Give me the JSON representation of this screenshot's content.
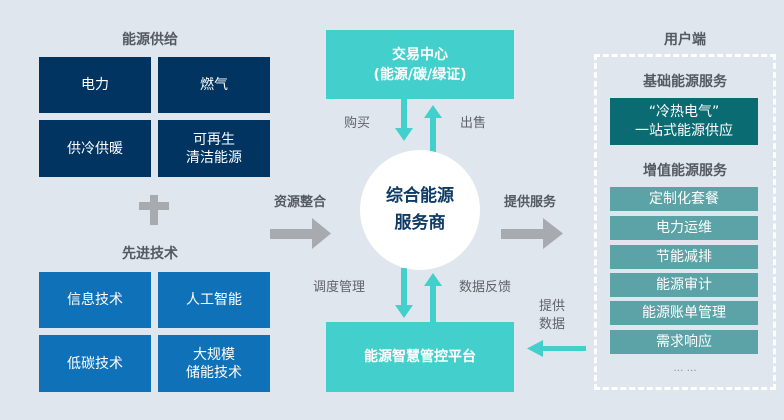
{
  "supply": {
    "title": "能源供给",
    "items": [
      "电力",
      "燃气",
      "供冷供暖",
      "可再生\n清洁能源"
    ]
  },
  "tech": {
    "title": "先进技术",
    "items": [
      "信息技术",
      "人工智能",
      "低碳技术",
      "大规模\n储能技术"
    ]
  },
  "plus_icon": "plus-icon",
  "flow": {
    "integrate_label": "资源整合",
    "provide_label": "提供服务",
    "buy_label": "购买",
    "sell_label": "出售",
    "dispatch_label": "调度管理",
    "feedback_label": "数据反馈",
    "provide_data_label": "提供\n数据"
  },
  "trading_center": {
    "title": "交易中心\n(能源/碳/绿证)"
  },
  "core": {
    "title": "综合能源\n服务商"
  },
  "platform": {
    "title": "能源智慧管控平台"
  },
  "user_side": {
    "title": "用户端",
    "basic": {
      "title": "基础能源服务",
      "item": "“冷热电气”\n一站式能源供应"
    },
    "value_added": {
      "title": "增值能源服务",
      "items": [
        "定制化套餐",
        "电力运维",
        "节能减排",
        "能源审计",
        "能源账单管理",
        "需求响应"
      ],
      "more": "… …"
    }
  },
  "colors": {
    "supply_box": "#013460",
    "tech_box": "#0f72b8",
    "teal": "#43cfcb",
    "basic_service": "#0b6b72",
    "value_service": "#5ba3a6",
    "gray_arrow": "#a7abaf",
    "background": "#e0e6ee"
  }
}
